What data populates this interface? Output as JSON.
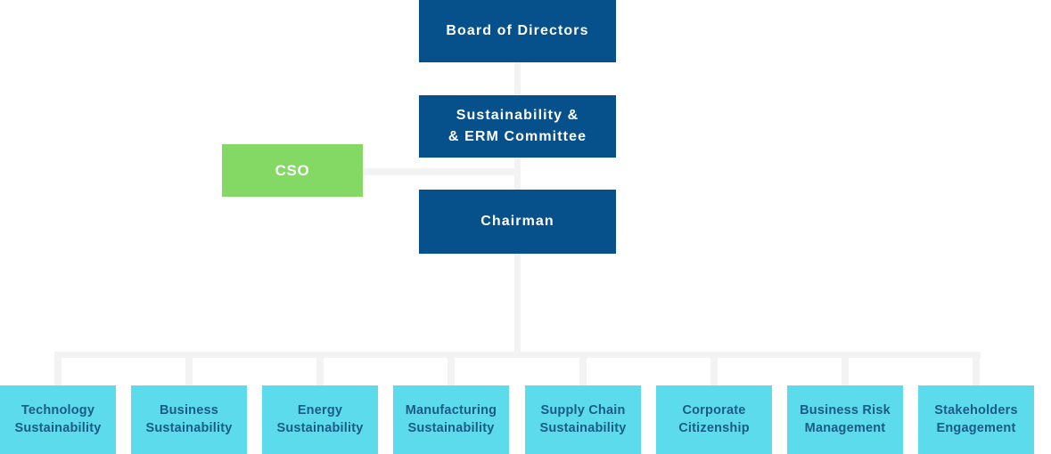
{
  "colors": {
    "dark_blue": "#06508B",
    "green": "#84D964",
    "cyan": "#5CDBEC",
    "cyan_text": "#1A5C85",
    "connector": "#F3F3F3"
  },
  "org": {
    "board": {
      "label": "Board of Directors"
    },
    "committee": {
      "line1": "Sustainability &",
      "line2": "& ERM Committee"
    },
    "cso": {
      "label": "CSO"
    },
    "chairman": {
      "label": "Chairman"
    },
    "departments": [
      {
        "line1": "Technology",
        "line2": "Sustainability"
      },
      {
        "line1": "Business",
        "line2": "Sustainability"
      },
      {
        "line1": "Energy",
        "line2": "Sustainability"
      },
      {
        "line1": "Manufacturing",
        "line2": "Sustainability"
      },
      {
        "line1": "Supply Chain",
        "line2": "Sustainability"
      },
      {
        "line1": "Corporate",
        "line2": "Citizenship"
      },
      {
        "line1": "Business Risk",
        "line2": "Management"
      },
      {
        "line1": "Stakeholders",
        "line2": "Engagement"
      }
    ]
  }
}
